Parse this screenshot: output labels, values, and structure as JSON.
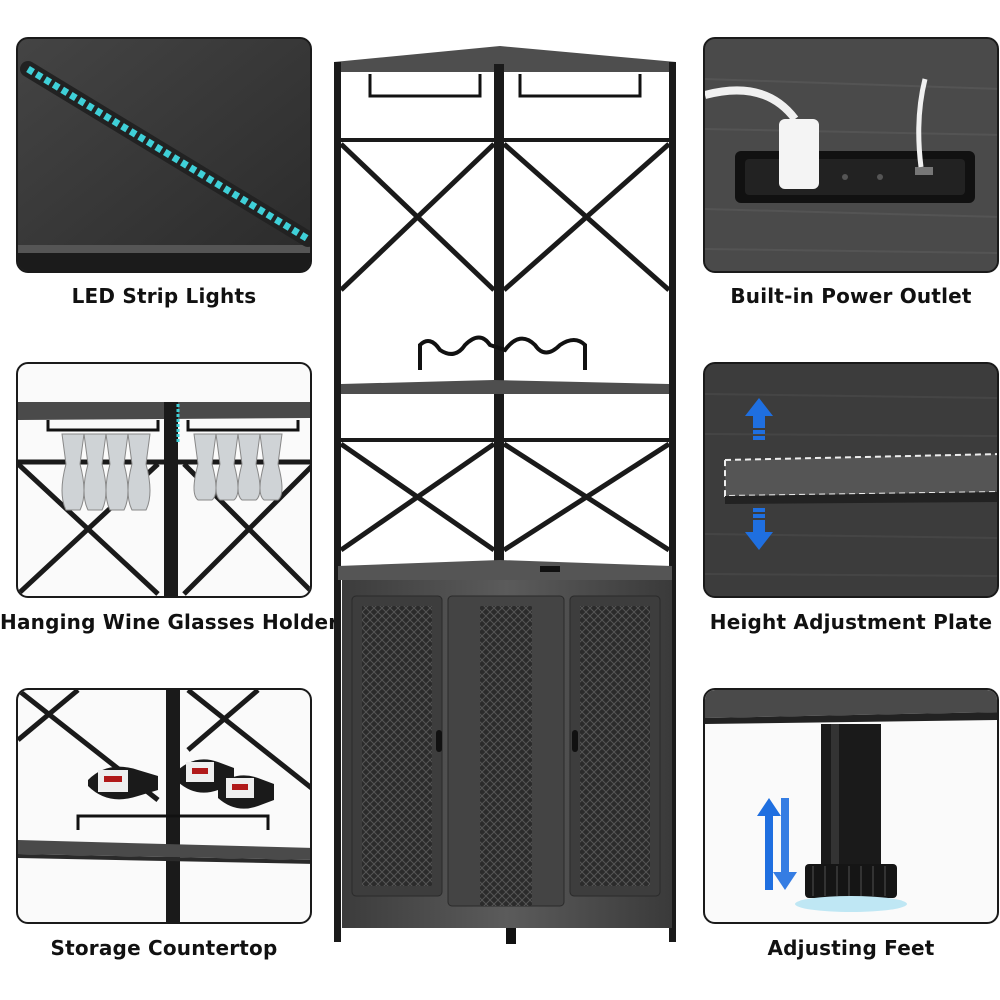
{
  "features": [
    {
      "id": "led",
      "caption": "LED Strip Lights",
      "icon": "led-strip-icon"
    },
    {
      "id": "outlet",
      "caption": "Built-in Power Outlet",
      "icon": "power-outlet-icon"
    },
    {
      "id": "glasses",
      "caption": "Hanging Wine Glasses Holder",
      "icon": "wine-glass-holder-icon"
    },
    {
      "id": "height",
      "caption": "Height Adjustment Plate",
      "icon": "height-adjust-arrows-icon"
    },
    {
      "id": "countertop",
      "caption": "Storage Countertop",
      "icon": "wine-bottles-icon"
    },
    {
      "id": "feet",
      "caption": "Adjusting Feet",
      "icon": "adjusting-foot-icon"
    }
  ],
  "colors": {
    "frame": "#1a1a1a",
    "wood": "#4a4a4a",
    "led": "#3fd0d8",
    "arrow": "#1f6fe0"
  }
}
